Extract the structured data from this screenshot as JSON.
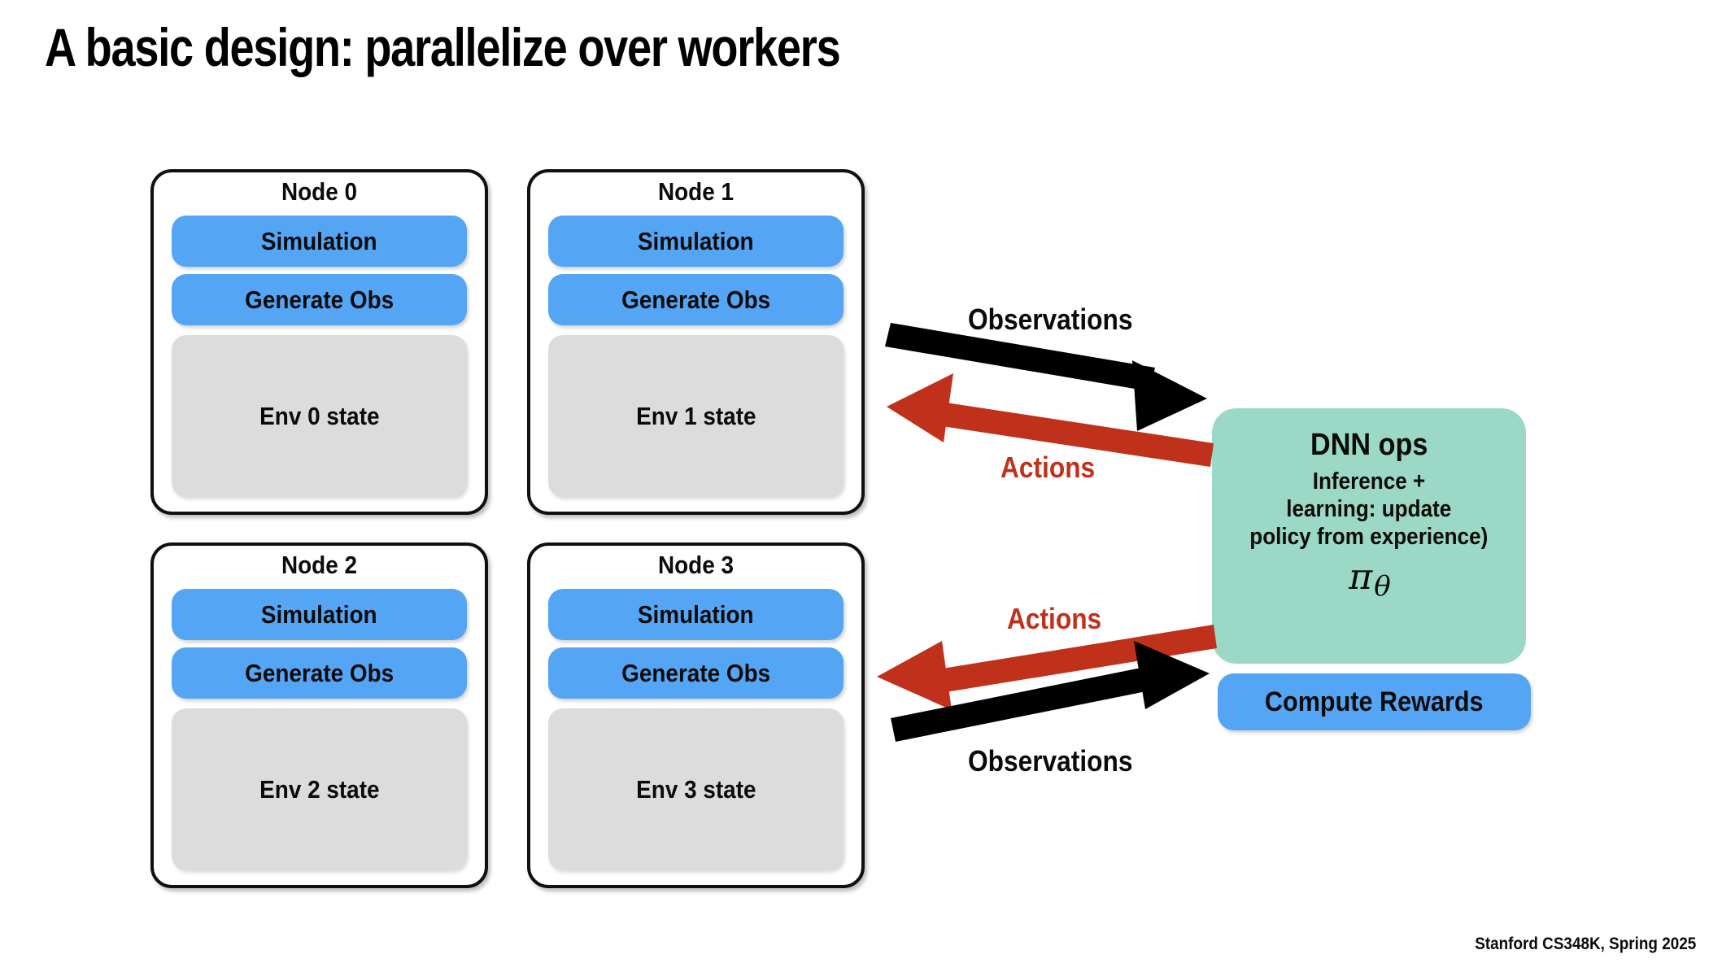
{
  "slide": {
    "title": "A basic design: parallelize over workers",
    "footer": "Stanford CS348K, Spring 2025",
    "background_color": "#ffffff"
  },
  "colors": {
    "pill_blue": "#54A6F5",
    "env_gray": "#DCDCDC",
    "dnn_green": "#9BD9C6",
    "arrow_black": "#000000",
    "arrow_red": "#C0311B",
    "text_black": "#0b0b0b"
  },
  "nodes": [
    {
      "title": "Node 0",
      "simulation_label": "Simulation",
      "generate_obs_label": "Generate Obs",
      "env_label": "Env 0 state"
    },
    {
      "title": "Node 1",
      "simulation_label": "Simulation",
      "generate_obs_label": "Generate Obs",
      "env_label": "Env 1 state"
    },
    {
      "title": "Node 2",
      "simulation_label": "Simulation",
      "generate_obs_label": "Generate Obs",
      "env_label": "Env 2 state"
    },
    {
      "title": "Node 3",
      "simulation_label": "Simulation",
      "generate_obs_label": "Generate Obs",
      "env_label": "Env 3 state"
    }
  ],
  "dnn_ops": {
    "title": "DNN ops",
    "line1": "Inference +",
    "line2": "learning: update",
    "line3": "policy from experience)",
    "policy_symbol": "π",
    "policy_subscript": "θ"
  },
  "compute_rewards": {
    "label": "Compute Rewards"
  },
  "arrows": [
    {
      "label": "Observations",
      "color": "#000000",
      "direction": "right",
      "group": "top"
    },
    {
      "label": "Actions",
      "color": "#C0311B",
      "direction": "left",
      "group": "top"
    },
    {
      "label": "Actions",
      "color": "#C0311B",
      "direction": "left",
      "group": "bottom"
    },
    {
      "label": "Observations",
      "color": "#000000",
      "direction": "right",
      "group": "bottom"
    }
  ]
}
